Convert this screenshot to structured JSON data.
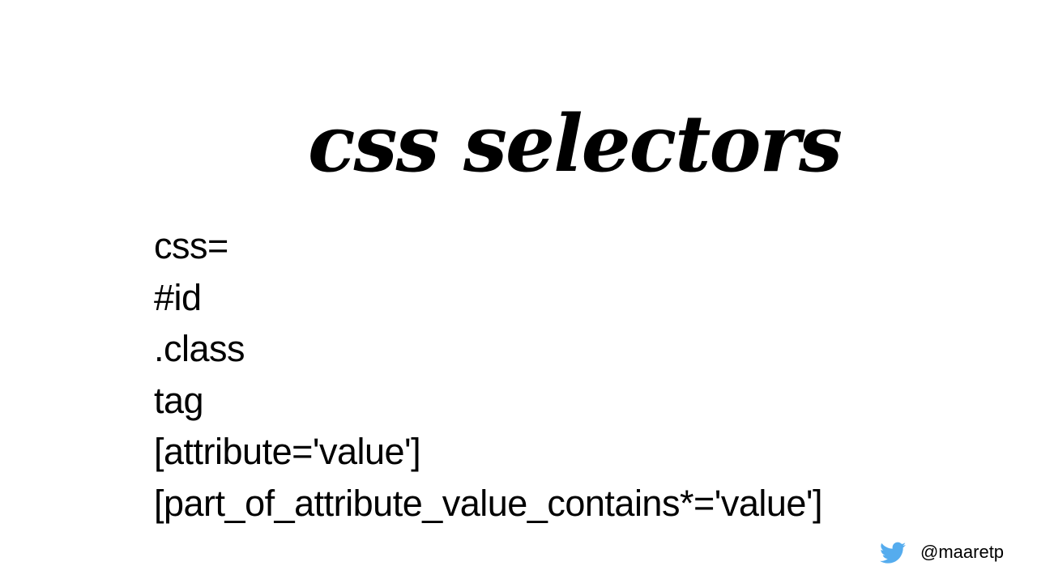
{
  "slide": {
    "title": "css selectors",
    "selectors": [
      "css=",
      "#id",
      ".class",
      "tag",
      "[attribute='value']",
      "[part_of_attribute_value_contains*='value']"
    ],
    "footer": {
      "icon": "twitter-bird-icon",
      "icon_color": "#55acee",
      "handle": "@maaretp"
    }
  }
}
